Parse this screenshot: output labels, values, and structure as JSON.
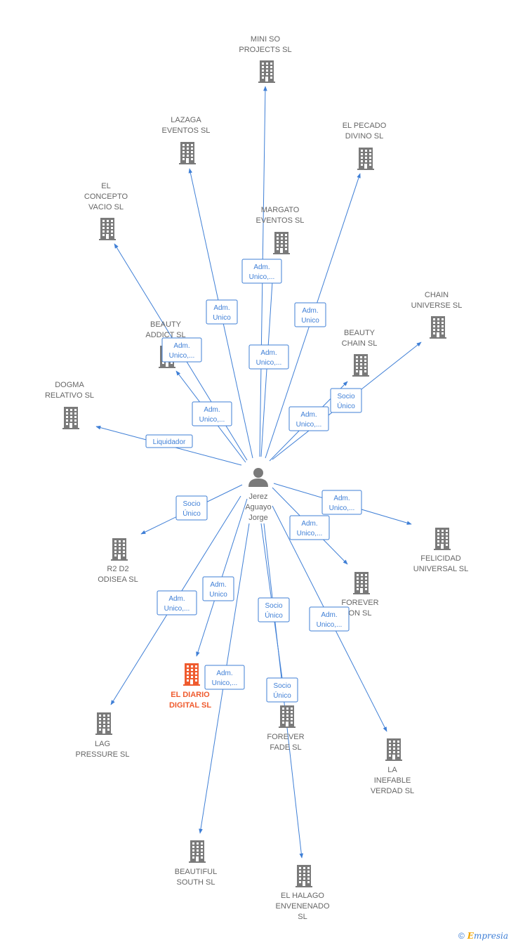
{
  "colors": {
    "edge": "#3f7fd6",
    "building": "#7a7a7a",
    "building_highlight": "#ef5b2e",
    "person": "#7a7a7a",
    "label": "#666666"
  },
  "center": {
    "name_lines": [
      "Jerez",
      "Aguayo",
      "Jorge"
    ],
    "icon": "person-icon"
  },
  "companies": [
    {
      "id": "mini-so-projects",
      "lines": [
        "MINI SO",
        "PROJECTS  SL"
      ],
      "icon": "building-icon"
    },
    {
      "id": "lazaga-eventos",
      "lines": [
        "LAZAGA",
        "EVENTOS  SL"
      ],
      "icon": "building-icon"
    },
    {
      "id": "el-pecado-divino",
      "lines": [
        "EL PECADO",
        "DIVINO  SL"
      ],
      "icon": "building-icon"
    },
    {
      "id": "el-concepto-vacio",
      "lines": [
        "EL",
        "CONCEPTO",
        "VACIO  SL"
      ],
      "icon": "building-icon"
    },
    {
      "id": "margato-eventos",
      "lines": [
        "MARGATO",
        "EVENTOS  SL"
      ],
      "icon": "building-icon"
    },
    {
      "id": "chain-universe",
      "lines": [
        "CHAIN",
        "UNIVERSE  SL"
      ],
      "icon": "building-icon"
    },
    {
      "id": "beauty-addict",
      "lines": [
        "BEAUTY",
        "ADDICT  SL"
      ],
      "icon": "building-icon"
    },
    {
      "id": "beauty-chain",
      "lines": [
        "BEAUTY",
        "CHAIN  SL"
      ],
      "icon": "building-icon"
    },
    {
      "id": "dogma-relativo",
      "lines": [
        "DOGMA",
        "RELATIVO  SL"
      ],
      "icon": "building-icon"
    },
    {
      "id": "r2-d2-odisea",
      "lines": [
        "R2 D2",
        "ODISEA  SL"
      ],
      "icon": "building-icon"
    },
    {
      "id": "felicidad-universal",
      "lines": [
        "FELICIDAD",
        "UNIVERSAL  SL"
      ],
      "icon": "building-icon"
    },
    {
      "id": "forever-on",
      "lines": [
        "FOREVER",
        "ON  SL"
      ],
      "icon": "building-icon"
    },
    {
      "id": "el-diario-digital",
      "lines": [
        "EL DIARIO",
        "DIGITAL  SL"
      ],
      "icon": "building-icon",
      "highlight": true
    },
    {
      "id": "forever-fade",
      "lines": [
        "FOREVER",
        "FADE  SL"
      ],
      "icon": "building-icon"
    },
    {
      "id": "lag-pressure",
      "lines": [
        "LAG",
        "PRESSURE  SL"
      ],
      "icon": "building-icon"
    },
    {
      "id": "la-inefable-verdad",
      "lines": [
        "LA",
        "INEFABLE",
        "VERDAD  SL"
      ],
      "icon": "building-icon"
    },
    {
      "id": "beautiful-south",
      "lines": [
        "BEAUTIFUL",
        "SOUTH  SL"
      ],
      "icon": "building-icon"
    },
    {
      "id": "el-halago-envenenado",
      "lines": [
        "EL HALAGO",
        "ENVENENADO",
        "SL"
      ],
      "icon": "building-icon"
    }
  ],
  "edges": [
    {
      "to": "mini-so-projects",
      "lines": [
        "Adm.",
        "Unico,..."
      ]
    },
    {
      "to": "margato-eventos",
      "lines": [
        "Adm.",
        "Unico,..."
      ]
    },
    {
      "to": "lazaga-eventos",
      "lines": [
        "Adm.",
        "Unico"
      ]
    },
    {
      "to": "el-pecado-divino",
      "lines": [
        "Adm.",
        "Unico"
      ]
    },
    {
      "to": "el-concepto-vacio",
      "lines": [
        "Adm.",
        "Unico,..."
      ]
    },
    {
      "to": "beauty-addict",
      "lines": [
        "Adm.",
        "Unico,..."
      ]
    },
    {
      "to": "dogma-relativo",
      "lines": [
        "Liquidador"
      ]
    },
    {
      "to": "beauty-chain",
      "lines": [
        "Adm.",
        "Unico,..."
      ]
    },
    {
      "to": "chain-universe",
      "lines": [
        "Socio",
        "Único"
      ]
    },
    {
      "to": "r2-d2-odisea",
      "lines": [
        "Socio",
        "Único"
      ]
    },
    {
      "to": "felicidad-universal",
      "lines": [
        "Adm.",
        "Unico,..."
      ]
    },
    {
      "to": "forever-on",
      "lines": [
        "Adm.",
        "Unico,..."
      ]
    },
    {
      "to": "el-diario-digital",
      "lines": [
        "Adm.",
        "Unico"
      ]
    },
    {
      "to": "lag-pressure",
      "lines": [
        "Adm.",
        "Unico,..."
      ]
    },
    {
      "to": "beautiful-south",
      "lines": [
        "Adm.",
        "Unico,..."
      ]
    },
    {
      "to": "forever-fade",
      "lines": [
        "Socio",
        "Único"
      ]
    },
    {
      "to": "el-halago-envenenado",
      "lines": [
        "Socio",
        "Único"
      ]
    },
    {
      "to": "la-inefable-verdad",
      "lines": [
        "Adm.",
        "Unico,..."
      ]
    }
  ],
  "footer": {
    "copyright_symbol": "©",
    "brand_initial": "E",
    "brand_rest": "mpresia"
  }
}
